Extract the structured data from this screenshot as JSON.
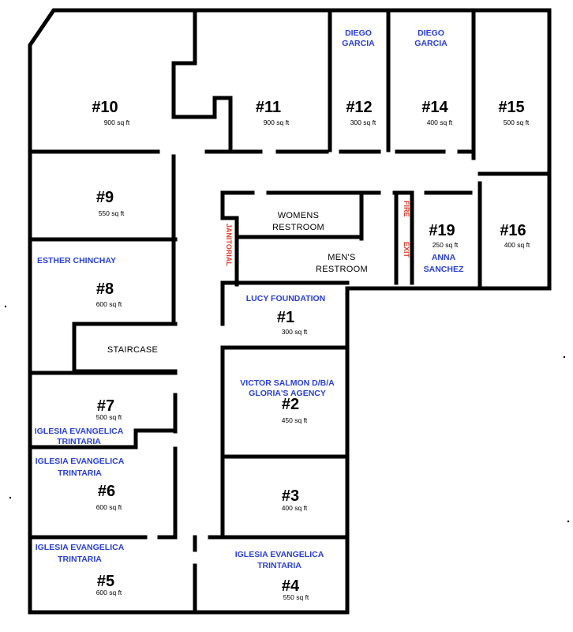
{
  "colors": {
    "wall": "#000000",
    "tenant": "#2a3fd8",
    "service": "#e03a2a",
    "background": "#ffffff"
  },
  "units": [
    {
      "id": "10",
      "number": "#10",
      "area": "900 sq ft"
    },
    {
      "id": "11",
      "number": "#11",
      "area": "900 sq ft"
    },
    {
      "id": "12",
      "number": "#12",
      "area": "300 sq ft",
      "tenant": [
        "DIEGO",
        "GARCIA"
      ]
    },
    {
      "id": "14",
      "number": "#14",
      "area": "400 sq ft",
      "tenant": [
        "DIEGO",
        "GARCIA"
      ]
    },
    {
      "id": "15",
      "number": "#15",
      "area": "500 sq ft"
    },
    {
      "id": "9",
      "number": "#9",
      "area": "550 sq ft"
    },
    {
      "id": "19",
      "number": "#19",
      "area": "250 sq ft",
      "tenant": [
        "ANNA",
        "SANCHEZ"
      ]
    },
    {
      "id": "16",
      "number": "#16",
      "area": "400 sq ft"
    },
    {
      "id": "8",
      "number": "#8",
      "area": "600 sq ft",
      "tenant": [
        "ESTHER CHINCHAY"
      ]
    },
    {
      "id": "1",
      "number": "#1",
      "area": "300 sq ft",
      "tenant": [
        "LUCY FOUNDATION"
      ]
    },
    {
      "id": "7",
      "number": "#7",
      "area": "500 sq ft",
      "tenant": [
        "IGLESIA EVANGELICA",
        "TRINTARIA"
      ]
    },
    {
      "id": "2",
      "number": "#2",
      "area": "450 sq ft",
      "tenant": [
        "VICTOR SALMON D/B/A",
        "GLORIA'S AGENCY"
      ]
    },
    {
      "id": "6",
      "number": "#6",
      "area": "600 sq ft",
      "tenant": [
        "IGLESIA EVANGELICA",
        "TRINTARIA"
      ]
    },
    {
      "id": "3",
      "number": "#3",
      "area": "400 sq ft"
    },
    {
      "id": "5",
      "number": "#5",
      "area": "600 sq ft",
      "tenant": [
        "IGLESIA EVANGELICA",
        "TRINTARIA"
      ]
    },
    {
      "id": "4",
      "number": "#4",
      "area": "550 sq ft",
      "tenant": [
        "IGLESIA EVANGELICA",
        "TRINTARIA"
      ]
    }
  ],
  "rooms": {
    "womens": [
      "WOMENS",
      "RESTROOM"
    ],
    "mens": [
      "MEN'S",
      "RESTROOM"
    ],
    "staircase": "STAIRCASE",
    "janitorial": "JANITORIAL",
    "fire_exit": [
      "FIRE",
      "EXIT"
    ]
  }
}
